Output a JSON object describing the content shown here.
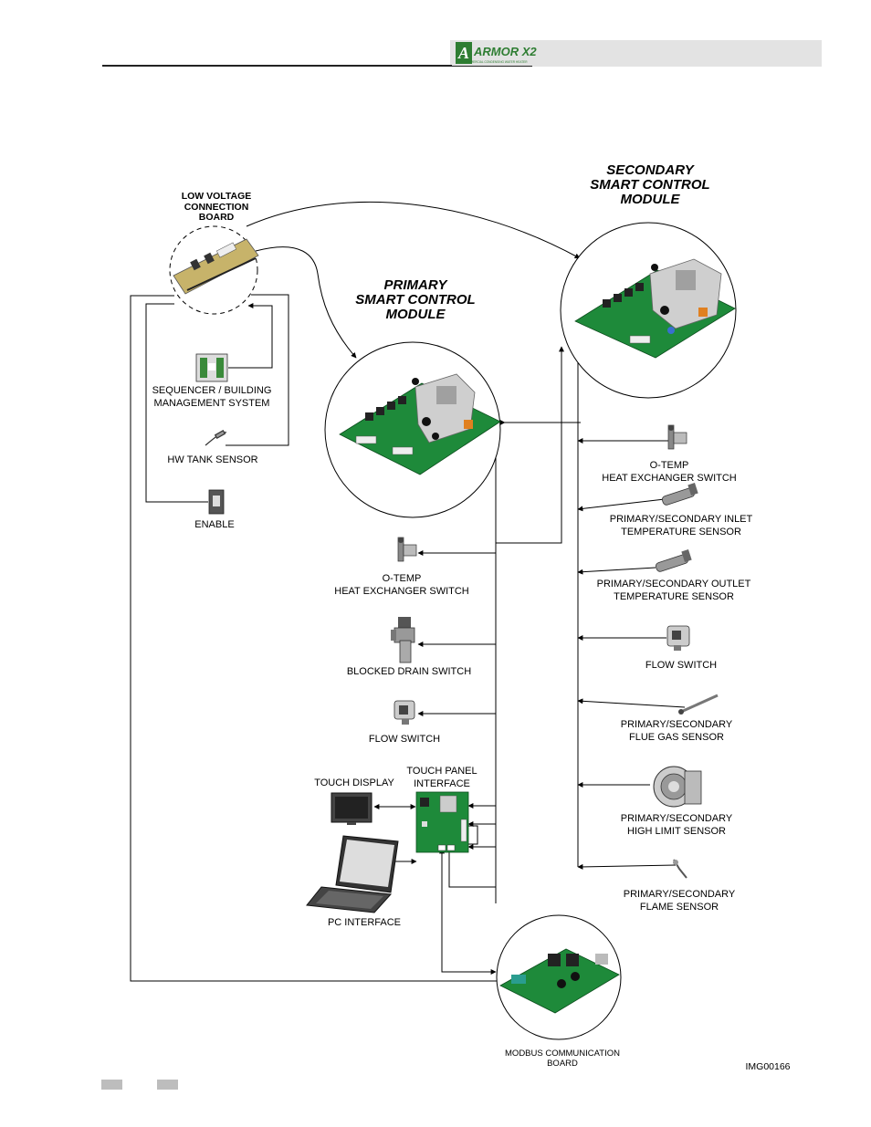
{
  "header": {
    "brand_logo_text": "ARMOR X2",
    "brand_logo_subtext": "COMMERCIAL CONDENSING WATER HEATER"
  },
  "diagram": {
    "modules": {
      "primary": "PRIMARY\nSMART CONTROL\nMODULE",
      "secondary": "SECONDARY\nSMART CONTROL\nMODULE",
      "low_voltage": "LOW VOLTAGE\nCONNECTION\nBOARD",
      "modbus": "MODBUS COMMUNICATION\nBOARD"
    },
    "left_components": {
      "sequencer": "SEQUENCER / BUILDING\nMANAGEMENT SYSTEM",
      "hw_tank_sensor": "HW TANK SENSOR",
      "enable": "ENABLE"
    },
    "primary_components": {
      "otemp": "O-TEMP\nHEAT EXCHANGER SWITCH",
      "blocked_drain": "BLOCKED DRAIN SWITCH",
      "flow_switch": "FLOW SWITCH",
      "touch_display": "TOUCH DISPLAY",
      "touch_panel": "TOUCH PANEL\nINTERFACE",
      "pc_interface": "PC INTERFACE"
    },
    "secondary_components": {
      "otemp": "O-TEMP\nHEAT EXCHANGER SWITCH",
      "inlet_sensor": "PRIMARY/SECONDARY INLET\nTEMPERATURE SENSOR",
      "outlet_sensor": "PRIMARY/SECONDARY OUTLET\nTEMPERATURE SENSOR",
      "flow_switch": "FLOW SWITCH",
      "flue_gas": "PRIMARY/SECONDARY\nFLUE GAS SENSOR",
      "high_limit": "PRIMARY/SECONDARY\nHIGH LIMIT SENSOR",
      "flame_sensor": "PRIMARY/SECONDARY\nFLAME SENSOR"
    },
    "image_id": "IMG00166"
  },
  "colors": {
    "header_bar": "#e3e3e3",
    "logo_green": "#2e7d32",
    "board_green": "#1e8a3a",
    "footer_box": "#bdbdbd",
    "line": "#000000"
  }
}
